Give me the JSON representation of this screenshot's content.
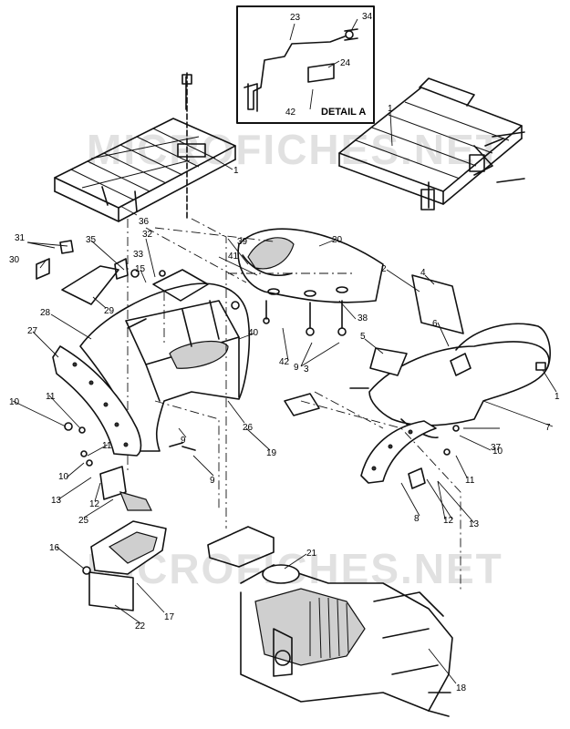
{
  "detail": {
    "title": "DETAIL A",
    "labels": [
      "23",
      "34",
      "24",
      "42"
    ]
  },
  "watermarks": [
    "MICROFICHES.NET",
    "MICROFICHES.NET"
  ],
  "callouts": [
    {
      "id": "c1a",
      "text": "1"
    },
    {
      "id": "c1b",
      "text": "1"
    },
    {
      "id": "c1c",
      "text": "1"
    },
    {
      "id": "c2",
      "text": "2"
    },
    {
      "id": "c3",
      "text": "3"
    },
    {
      "id": "c4",
      "text": "4"
    },
    {
      "id": "c5",
      "text": "5"
    },
    {
      "id": "c6",
      "text": "6"
    },
    {
      "id": "c7",
      "text": "7"
    },
    {
      "id": "c8",
      "text": "8"
    },
    {
      "id": "c9a",
      "text": "9"
    },
    {
      "id": "c9b",
      "text": "9"
    },
    {
      "id": "c9c",
      "text": "9"
    },
    {
      "id": "c10a",
      "text": "10"
    },
    {
      "id": "c10b",
      "text": "10"
    },
    {
      "id": "c10c",
      "text": "10"
    },
    {
      "id": "c11a",
      "text": "11"
    },
    {
      "id": "c11b",
      "text": "11"
    },
    {
      "id": "c11c",
      "text": "11"
    },
    {
      "id": "c12a",
      "text": "12"
    },
    {
      "id": "c12b",
      "text": "12"
    },
    {
      "id": "c13a",
      "text": "13"
    },
    {
      "id": "c13b",
      "text": "13"
    },
    {
      "id": "c15",
      "text": "15"
    },
    {
      "id": "c16",
      "text": "16"
    },
    {
      "id": "c17",
      "text": "17"
    },
    {
      "id": "c18",
      "text": "18"
    },
    {
      "id": "c19",
      "text": "19"
    },
    {
      "id": "c20",
      "text": "20"
    },
    {
      "id": "c21",
      "text": "21"
    },
    {
      "id": "c22",
      "text": "22"
    },
    {
      "id": "c25",
      "text": "25"
    },
    {
      "id": "c26",
      "text": "26"
    },
    {
      "id": "c27",
      "text": "27"
    },
    {
      "id": "c28",
      "text": "28"
    },
    {
      "id": "c29",
      "text": "29"
    },
    {
      "id": "c30",
      "text": "30"
    },
    {
      "id": "c31",
      "text": "31"
    },
    {
      "id": "c32",
      "text": "32"
    },
    {
      "id": "c33",
      "text": "33"
    },
    {
      "id": "c35",
      "text": "35"
    },
    {
      "id": "c36",
      "text": "36"
    },
    {
      "id": "c37",
      "text": "37"
    },
    {
      "id": "c38",
      "text": "38"
    },
    {
      "id": "c39",
      "text": "39"
    },
    {
      "id": "c40",
      "text": "40"
    },
    {
      "id": "c41",
      "text": "41"
    },
    {
      "id": "c42",
      "text": "42"
    }
  ]
}
